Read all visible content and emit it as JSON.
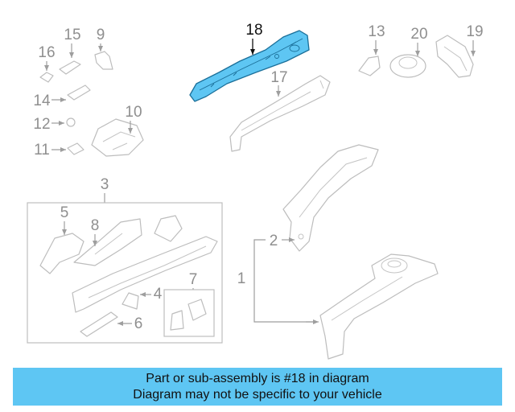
{
  "diagram": {
    "highlight_color": "#5ec6f3",
    "highlighted_callout": "18",
    "callouts": [
      "1",
      "2",
      "3",
      "4",
      "5",
      "6",
      "7",
      "8",
      "9",
      "10",
      "11",
      "12",
      "13",
      "14",
      "15",
      "16",
      "17",
      "18",
      "19",
      "20"
    ]
  },
  "banner": {
    "line1": "Part or sub-assembly is #18 in diagram",
    "line2": "Diagram may not be specific to your vehicle",
    "background": "#5ec6f3"
  }
}
